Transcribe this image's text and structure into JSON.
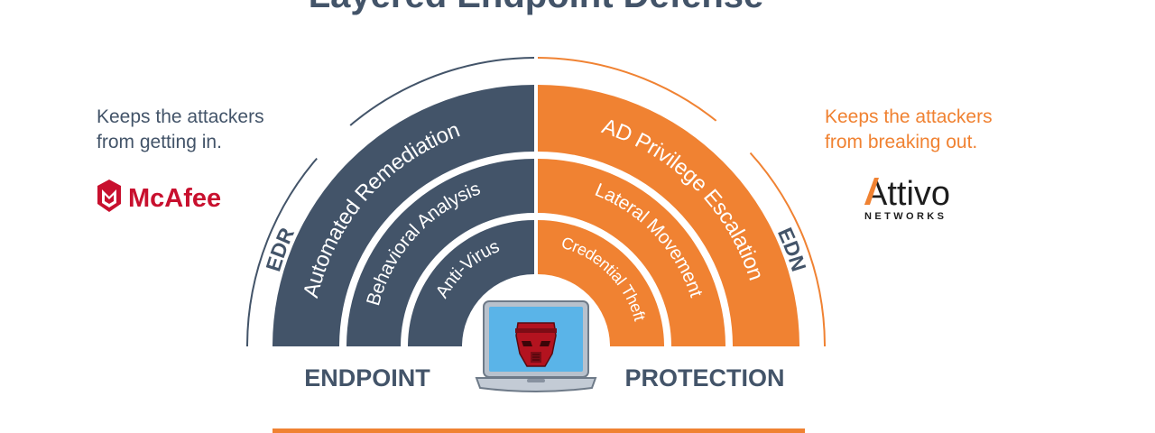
{
  "title": "Layered Endpoint Defense",
  "colors": {
    "navy": "#435469",
    "orange": "#f08232",
    "mcafee_red": "#c8102e"
  },
  "left_caption": {
    "line1": "Keeps the attackers",
    "line2": "from getting in."
  },
  "right_caption": {
    "line1": "Keeps the attackers",
    "line2": "from breaking out."
  },
  "logos": {
    "mcafee": "McAfee",
    "attivo_main": "Attivo",
    "attivo_sub": "NETWORKS"
  },
  "arc_labels": {
    "edr": "EDR",
    "edn": "EDN"
  },
  "left_layers": [
    "Automated Remediation",
    "Behavioral Analysis",
    "Anti-Virus"
  ],
  "right_layers": [
    "AD Privilege Escalation",
    "Lateral Movement",
    "Credential Theft"
  ],
  "bottom_left": "ENDPOINT",
  "bottom_right": "PROTECTION",
  "center_icon": "laptop-with-red-mask-icon"
}
